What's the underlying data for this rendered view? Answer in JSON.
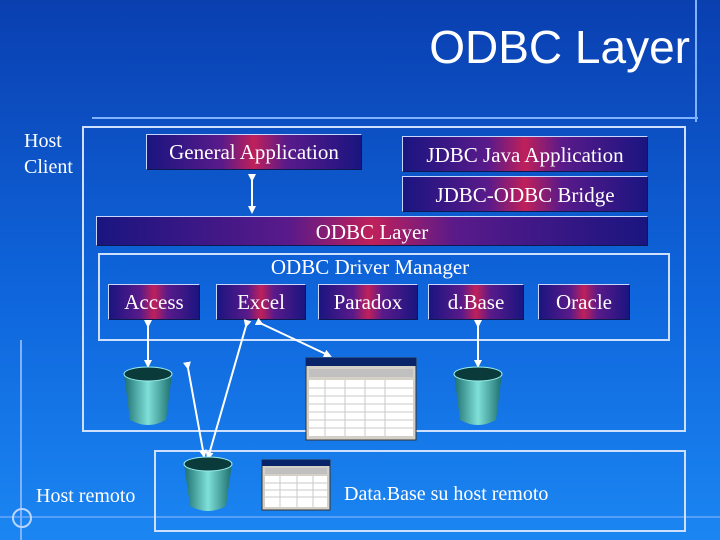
{
  "title": "ODBC Layer",
  "host_client": {
    "line1": "Host",
    "line2": "Client"
  },
  "apps": {
    "general": "General Application",
    "jdbc_java": "JDBC Java Application",
    "jdbc_bridge": "JDBC-ODBC Bridge"
  },
  "odbc_layer": "ODBC Layer",
  "driver_manager": "ODBC Driver Manager",
  "drivers": [
    "Access",
    "Excel",
    "Paradox",
    "d.Base",
    "Oracle"
  ],
  "host_remote": "Host remoto",
  "remote_db": "Data.Base su host remoto",
  "colors": {
    "background": "#0f66dc",
    "bar_mid": "#c0205a",
    "bar_edge": "#1a1580",
    "frame": "#cfe0ff"
  }
}
